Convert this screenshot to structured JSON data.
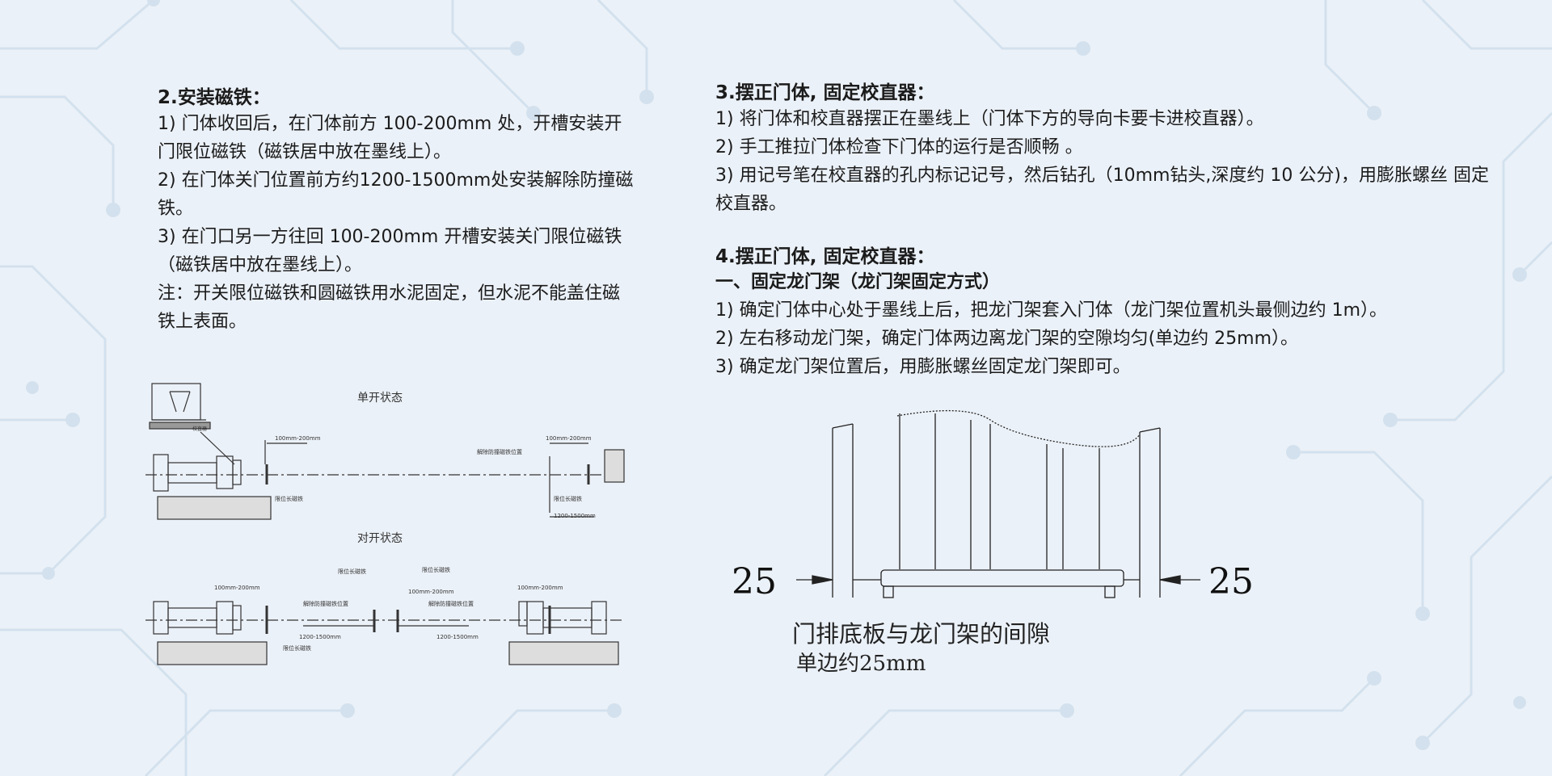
{
  "section2": {
    "title": "2.安装磁铁：",
    "lines": [
      "1) 门体收回后，在门体前方 100-200mm 处，开槽安装开门限位磁铁（磁铁居中放在墨线上）。",
      "2) 在门体关门位置前方约1200-1500mm处安装解除防撞磁铁。",
      "3) 在门口另一方往回 100-200mm 开槽安装关门限位磁铁（磁铁居中放在墨线上）。",
      "注：开关限位磁铁和圆磁铁用水泥固定，但水泥不能盖住磁铁上表面。"
    ]
  },
  "section3": {
    "title": "3.摆正门体, 固定校直器：",
    "lines": [
      "1) 将门体和校直器摆正在墨线上（门体下方的导向卡要卡进校直器）。",
      "2) 手工推拉门体检查下门体的运行是否顺畅 。",
      "3) 用记号笔在校直器的孔内标记记号，然后钻孔（10mm钻头,深度约 10 公分)，用膨胀螺丝 固定校直器。"
    ]
  },
  "section4": {
    "title": "4.摆正门体, 固定校直器：",
    "subtitle": "一、固定龙门架（龙门架固定方式）",
    "lines": [
      "1) 确定门体中心处于墨线上后，把龙门架套入门体（龙门架位置机头最侧边约 1m）。",
      "2) 左右移动龙门架，确定门体两边离龙门架的空隙均匀(单边约 25mm）。",
      "3) 确定龙门架位置后，用膨胀螺丝固定龙门架即可。"
    ]
  },
  "diagram_left": {
    "single_title": "单开状态",
    "double_title": "对开状态",
    "single_labels": {
      "roller": "校直器",
      "dim_left": "100mm-200mm",
      "dim_right": "100mm-200mm",
      "anti_collision": "解除防撞磁铁位置",
      "limit_left": "限位长磁铁",
      "limit_right": "限位长磁铁",
      "distance": "1200-1500mm"
    },
    "double_labels": {
      "dim_left": "100mm-200mm",
      "dim_right": "100mm-200mm",
      "dim_mid": "100mm-200mm",
      "limit_top_a": "限位长磁铁",
      "limit_top_b": "限位长磁铁",
      "anti_a": "解除防撞磁铁位置",
      "anti_b": "解除防撞磁铁位置",
      "dist_a": "1200-1500mm",
      "dist_b": "1200-1500mm",
      "limit_bottom": "限位长磁铁"
    }
  },
  "diagram_right": {
    "gap_left": "25",
    "gap_right": "25",
    "caption_line1": "门排底板与龙门架的间隙",
    "caption_line2": "单边约25mm"
  },
  "colors": {
    "background": "#ebf1f8",
    "circuit": "#d3e1ee",
    "text": "#1b1b1b"
  }
}
